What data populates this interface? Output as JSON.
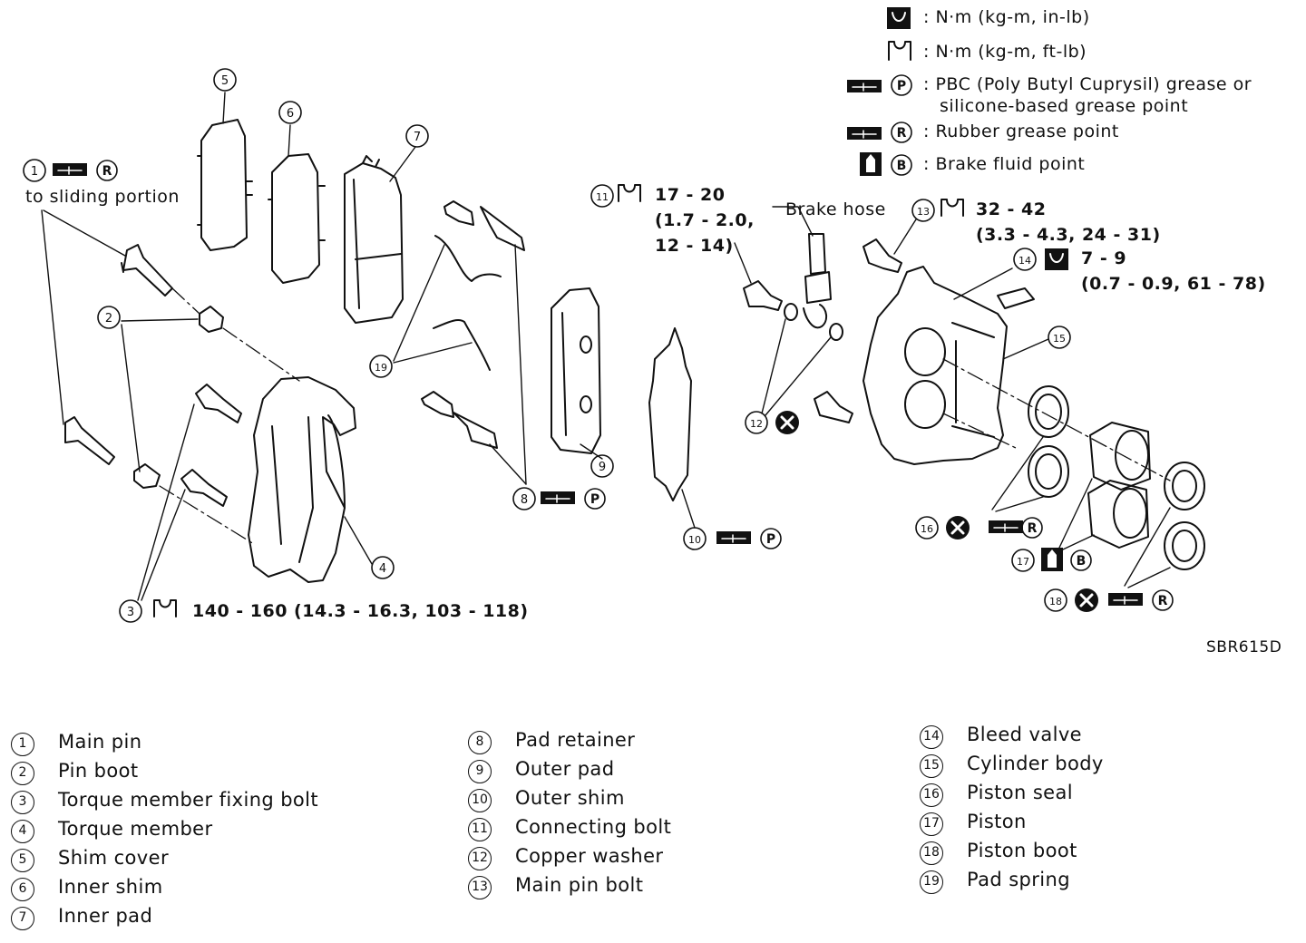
{
  "legend_symbols": {
    "torque_in_lb": "N·m (kg-m, in-lb)",
    "torque_ft_lb": "N·m (kg-m, ft-lb)",
    "pbc_grease_line1": "PBC (Poly Butyl Cuprysil) grease or",
    "pbc_grease_line2": "silicone-based grease point",
    "rubber_grease": "Rubber grease point",
    "brake_fluid": "Brake fluid point",
    "sep": ":"
  },
  "symbol_letters": {
    "P": "P",
    "R": "R",
    "B": "B"
  },
  "callouts": {
    "c1_note": "to sliding portion",
    "c11_torque": "17 - 20",
    "c11_torque2": "(1.7 - 2.0,",
    "c11_torque3": "12 - 14)",
    "brake_hose": "Brake hose",
    "c13_torque": "32 - 42",
    "c13_torque2": "(3.3 - 4.3, 24 - 31)",
    "c14_torque": "7 - 9",
    "c14_torque2": "(0.7 - 0.9, 61 - 78)",
    "c3_torque": "140 - 160 (14.3 - 16.3, 103 - 118)",
    "figure_code": "SBR615D"
  },
  "numbers": [
    "1",
    "2",
    "3",
    "4",
    "5",
    "6",
    "7",
    "8",
    "9",
    "10",
    "11",
    "12",
    "13",
    "14",
    "15",
    "16",
    "17",
    "18",
    "19"
  ],
  "parts": [
    {
      "num": "1",
      "name": "Main pin"
    },
    {
      "num": "2",
      "name": "Pin boot"
    },
    {
      "num": "3",
      "name": "Torque member fixing bolt"
    },
    {
      "num": "4",
      "name": "Torque member"
    },
    {
      "num": "5",
      "name": "Shim cover"
    },
    {
      "num": "6",
      "name": "Inner shim"
    },
    {
      "num": "7",
      "name": "Inner pad"
    },
    {
      "num": "8",
      "name": "Pad retainer"
    },
    {
      "num": "9",
      "name": "Outer pad"
    },
    {
      "num": "10",
      "name": "Outer shim"
    },
    {
      "num": "11",
      "name": "Connecting bolt"
    },
    {
      "num": "12",
      "name": "Copper washer"
    },
    {
      "num": "13",
      "name": "Main pin bolt"
    },
    {
      "num": "14",
      "name": "Bleed valve"
    },
    {
      "num": "15",
      "name": "Cylinder body"
    },
    {
      "num": "16",
      "name": "Piston seal"
    },
    {
      "num": "17",
      "name": "Piston"
    },
    {
      "num": "18",
      "name": "Piston boot"
    },
    {
      "num": "19",
      "name": "Pad spring"
    }
  ],
  "colors": {
    "ink": "#111111",
    "paper": "#ffffff"
  }
}
